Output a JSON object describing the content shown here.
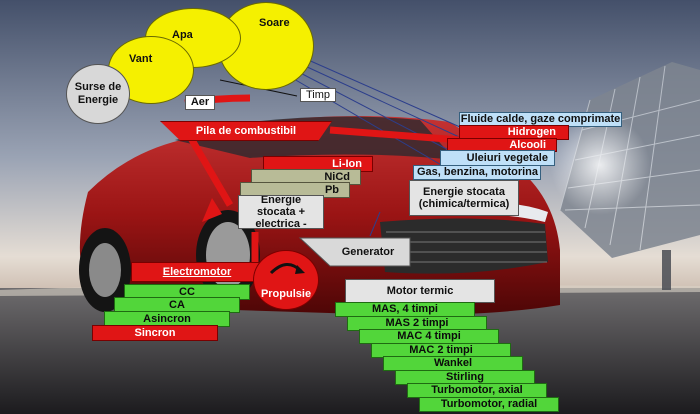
{
  "sources": {
    "soare": "Soare",
    "apa": "Apa",
    "vant": "Vant",
    "surse": "Surse de Energie",
    "aer": "Aer",
    "timp": "Timp"
  },
  "center": {
    "pila": "Pila de combustibil",
    "li_ion": "Li-Ion",
    "nicd": "NiCd",
    "pb": "Pb",
    "energie_electrica": "Energie stocata + electrica -",
    "generator": "Generator",
    "electromotor": "Electromotor",
    "propulsie": "Propulsie"
  },
  "fuels": {
    "fluide": "Fluide calde, gaze comprimate",
    "hidrogen": "Hidrogen",
    "alcooli": "Alcooli",
    "uleiuri": "Uleiuri vegetale",
    "gas": "Gas, benzina, motorina",
    "energie_chimica": "Energie stocata (chimica/termica)"
  },
  "electric_motors": [
    "CC",
    "CA",
    "Asincron",
    "Sincron"
  ],
  "thermal": {
    "title": "Motor termic",
    "items": [
      "MAS, 4 timpi",
      "MAS 2 timpi",
      "MAC 4 timpi",
      "MAC 2 timpi",
      "Wankel",
      "Stirling",
      "Turbomotor, axial",
      "Turbomotor, radial"
    ]
  },
  "colors": {
    "red": "#e01515",
    "green": "#52d63a",
    "yellow": "#f5f000",
    "light_blue": "#bfe0f8",
    "olive": "#b8bb97",
    "gray": "#e4e4e4"
  }
}
